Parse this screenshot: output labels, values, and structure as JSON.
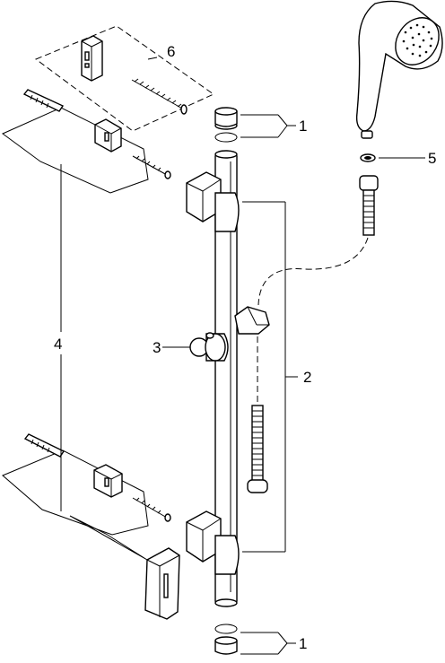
{
  "callouts": {
    "c1_top": "1",
    "c1_bottom": "1",
    "c2": "2",
    "c3": "3",
    "c4": "4",
    "c5": "5",
    "c6": "6"
  }
}
